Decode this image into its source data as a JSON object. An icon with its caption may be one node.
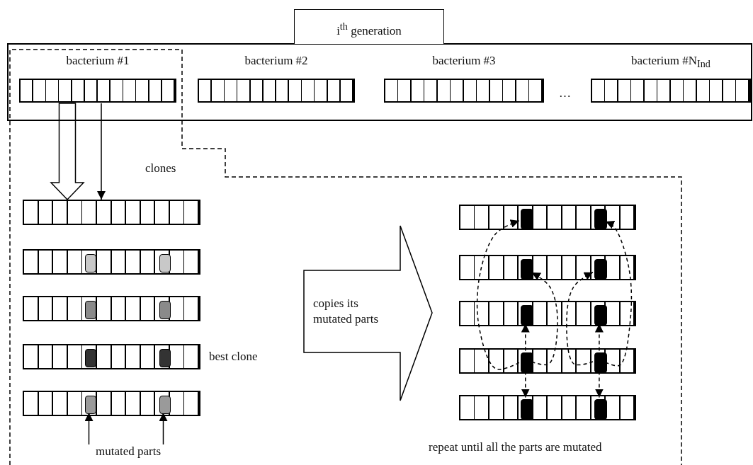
{
  "diagram": {
    "nodes": [
      {
        "text": [
          "i$^{th}$ generation"
        ]
      },
      {
        "text": [
          "bacterium #1"
        ],
        "in": 0
      },
      {
        "text": [
          "bacterium #2"
        ],
        "in": 0
      },
      {
        "text": [
          "bacterium #3"
        ],
        "in": 0
      },
      {
        "text": [
          "bacterium #N$_{Ind}$"
        ],
        "in": 0
      },
      {
        "text": [],
        "shape": "bar"
      },
      {
        "text": [],
        "shape": "bar"
      },
      {
        "text": [],
        "shape": "box",
        "in": 6
      },
      {
        "text": [],
        "shape": "box",
        "in": 6
      },
      {
        "text": [],
        "shape": "bar"
      },
      {
        "text": [],
        "shape": "box",
        "in": 9
      },
      {
        "text": [],
        "shape": "box",
        "in": 9
      },
      {
        "text": [],
        "shape": "bar",
        "beside": [
          "best clone"
        ]
      },
      {
        "text": [],
        "shape": "box",
        "in": 12
      },
      {
        "text": [],
        "shape": "box",
        "in": 12
      },
      {
        "text": [],
        "shape": "bar"
      },
      {
        "text": [],
        "shape": "box",
        "in": 15
      },
      {
        "text": [],
        "shape": "box",
        "in": 15
      },
      {
        "text": [
          "mutated parts"
        ]
      },
      {
        "text": [
          "copies its mutated parts"
        ]
      },
      {
        "text": [],
        "shape": "bar"
      },
      {
        "text": [],
        "shape": "box",
        "in": 20
      },
      {
        "text": [],
        "shape": "box",
        "in": 20
      },
      {
        "text": [],
        "shape": "bar"
      },
      {
        "text": [],
        "shape": "box",
        "in": 23
      },
      {
        "text": [],
        "shape": "box",
        "in": 23
      },
      {
        "text": [],
        "shape": "bar"
      },
      {
        "text": [],
        "shape": "box",
        "in": 26
      },
      {
        "text": [],
        "shape": "box",
        "in": 26
      },
      {
        "text": [],
        "shape": "bar"
      },
      {
        "text": [],
        "shape": "box",
        "in": 29
      },
      {
        "text": [],
        "shape": "box",
        "in": 29
      },
      {
        "text": [],
        "shape": "bar"
      },
      {
        "text": [],
        "shape": "box",
        "in": 32
      },
      {
        "text": [],
        "shape": "box",
        "in": 32
      }
    ],
    "edges": [
      {
        "from": 1,
        "to": 5,
        "arrow": "to",
        "style": "thick"
      },
      {
        "from": 1,
        "to": 5,
        "arrow": "to"
      },
      {
        "from": 18,
        "to": 16,
        "arrow": "to"
      },
      {
        "from": 18,
        "to": 17,
        "arrow": "to"
      },
      {
        "from": 30,
        "to": 21,
        "arrow": "to",
        "style": "dashed"
      },
      {
        "from": 30,
        "to": 24,
        "arrow": "to",
        "style": "dashed"
      },
      {
        "from": 31,
        "to": 25,
        "arrow": "to",
        "style": "dashed"
      },
      {
        "from": 31,
        "to": 22,
        "arrow": "to",
        "style": "dashed"
      },
      {
        "from": 30,
        "to": 27,
        "arrow": "to",
        "style": "dashed"
      },
      {
        "from": 31,
        "to": 28,
        "arrow": "to",
        "style": "dashed"
      },
      {
        "from": 30,
        "to": 33,
        "arrow": "to",
        "style": "dashed"
      },
      {
        "from": 31,
        "to": 34,
        "arrow": "to",
        "style": "dashed"
      }
    ],
    "labels": [
      "…",
      "clones",
      "repeat until all the parts are mutated"
    ]
  }
}
